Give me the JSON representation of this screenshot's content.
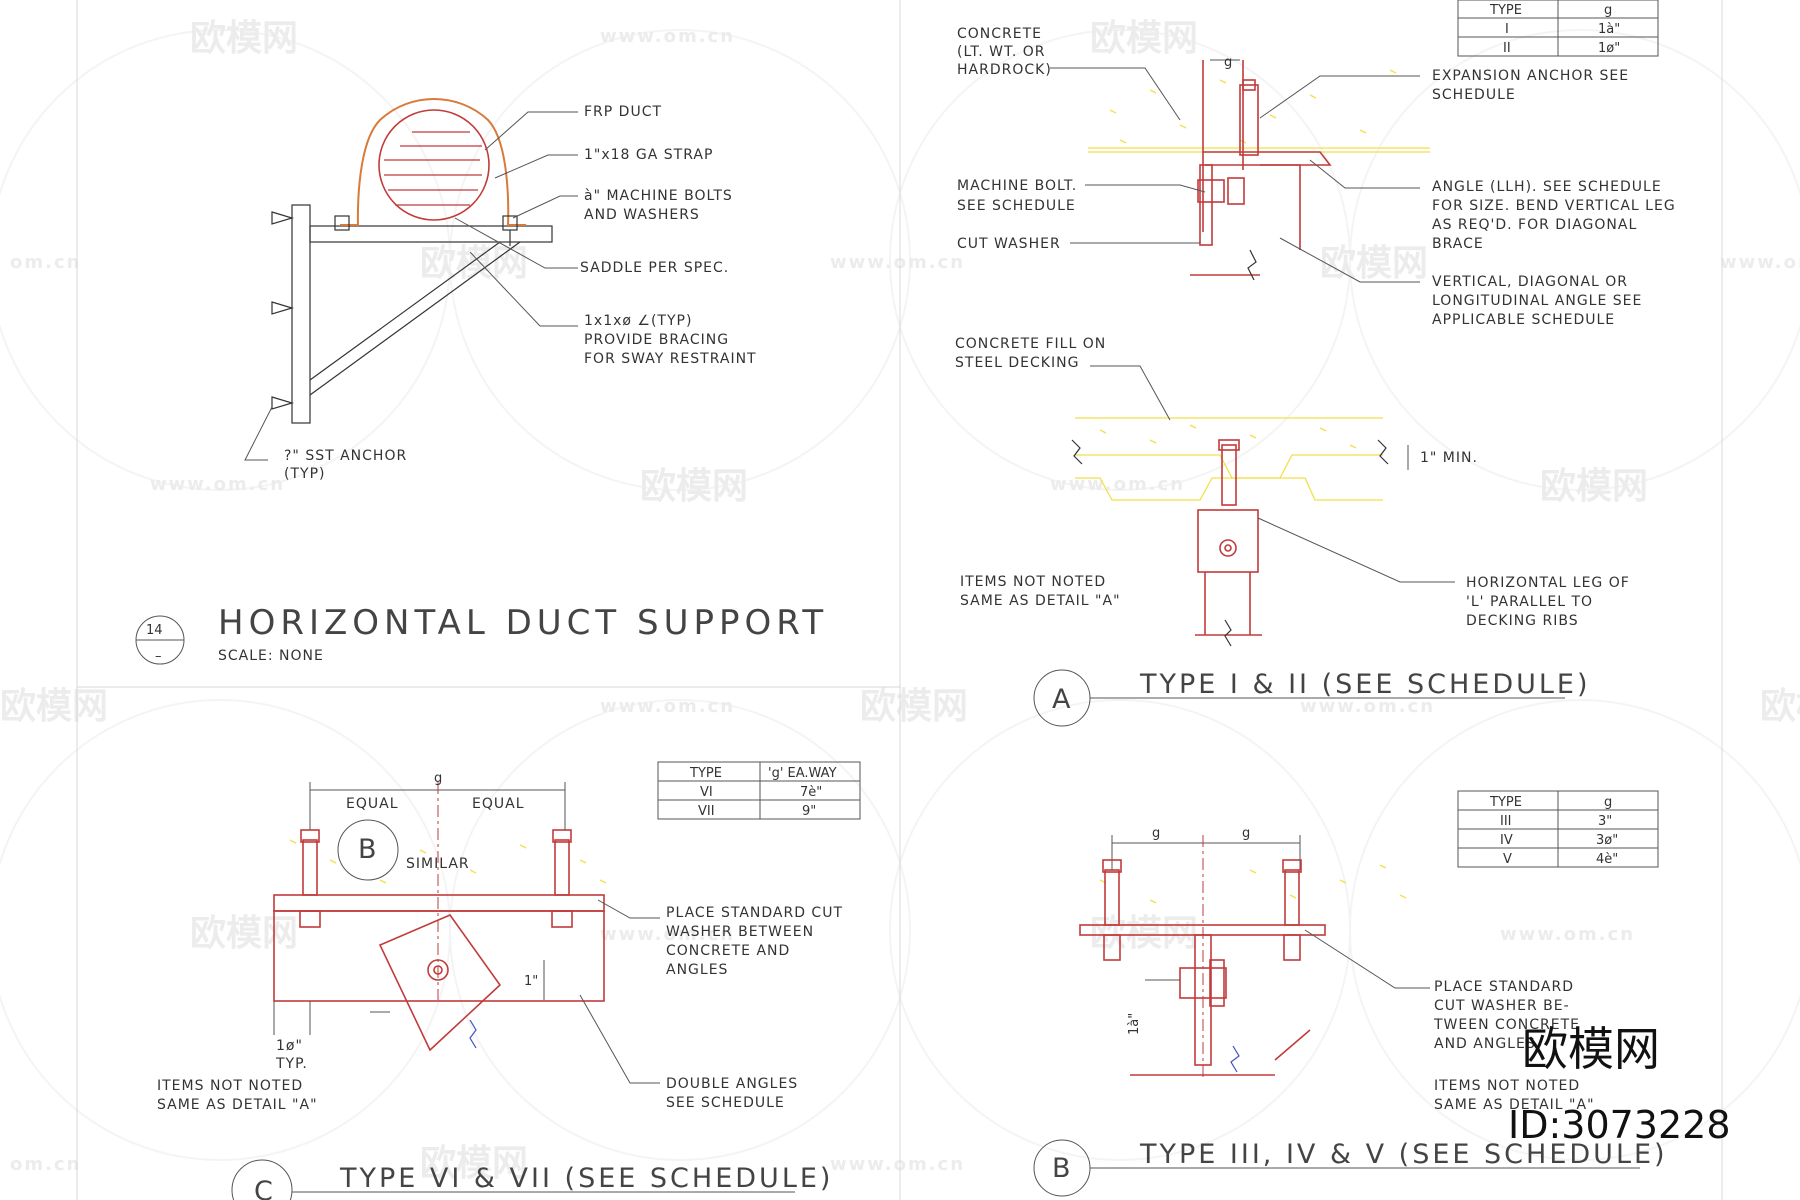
{
  "watermark": {
    "brand": "欧模网",
    "url": "www.om.cn",
    "url_short": "om.cn",
    "id": "ID:3073228"
  },
  "detail14": {
    "number": "14",
    "sub": "–",
    "title": "HORIZONTAL DUCT SUPPORT",
    "scale": "SCALE: NONE",
    "labels": [
      "FRP DUCT",
      "1\"x18 GA STRAP",
      "à\" MACHINE BOLTS",
      "AND WASHERS",
      "SADDLE PER SPEC.",
      "1x1xø ∠(TYP)",
      "PROVIDE BRACING",
      "FOR SWAY RESTRAINT",
      "?\" SST ANCHOR",
      "(TYP)"
    ]
  },
  "detailA": {
    "letter": "A",
    "title": "TYPE I & II (SEE SCHEDULE)",
    "schedule": {
      "headers": [
        "TYPE",
        "g"
      ],
      "rows": [
        [
          "I",
          "1à\""
        ],
        [
          "II",
          "1ø\""
        ]
      ]
    },
    "labels_left": [
      "CONCRETE",
      "(LT. WT. OR",
      "HARDROCK)",
      "MACHINE BOLT.",
      "SEE SCHEDULE",
      "CUT WASHER",
      "CONCRETE FILL ON",
      "STEEL DECKING",
      "ITEMS NOT NOTED",
      "SAME AS DETAIL \"A\""
    ],
    "labels_right": [
      "EXPANSION ANCHOR SEE",
      "SCHEDULE",
      "ANGLE (LLH). SEE SCHEDULE",
      "FOR SIZE. BEND VERTICAL LEG",
      "AS REQ'D. FOR DIAGONAL",
      "BRACE",
      "VERTICAL, DIAGONAL OR",
      "LONGITUDINAL ANGLE SEE",
      "APPLICABLE SCHEDULE",
      "1\" MIN.",
      "HORIZONTAL LEG OF",
      "'L' PARALLEL TO",
      "DECKING RIBS"
    ],
    "dim_g": "g"
  },
  "detailC": {
    "letter": "C",
    "title": "TYPE VI & VII (SEE SCHEDULE)",
    "schedule": {
      "headers": [
        "TYPE",
        "'g' EA.WAY"
      ],
      "rows": [
        [
          "VI",
          "7è\""
        ],
        [
          "VII",
          "9\""
        ]
      ]
    },
    "labels": [
      "EQUAL",
      "EQUAL",
      "g",
      "B",
      "SIMILAR",
      "PLACE STANDARD CUT",
      "WASHER BETWEEN",
      "CONCRETE AND",
      "ANGLES",
      "1\"",
      "1ø\"",
      "TYP.",
      "ITEMS NOT NOTED",
      "SAME AS DETAIL \"A\"",
      "DOUBLE ANGLES",
      "SEE SCHEDULE"
    ]
  },
  "detailB": {
    "letter": "B",
    "title": "TYPE III, IV & V (SEE SCHEDULE)",
    "schedule": {
      "headers": [
        "TYPE",
        "g"
      ],
      "rows": [
        [
          "III",
          "3\""
        ],
        [
          "IV",
          "3ø\""
        ],
        [
          "V",
          "4è\""
        ]
      ]
    },
    "labels": [
      "g",
      "g",
      "1à\"",
      "PLACE STANDARD",
      "CUT WASHER BE-",
      "TWEEN CONCRETE",
      "AND ANGLES",
      "ITEMS NOT NOTED",
      "SAME AS DETAIL \"A\""
    ]
  }
}
